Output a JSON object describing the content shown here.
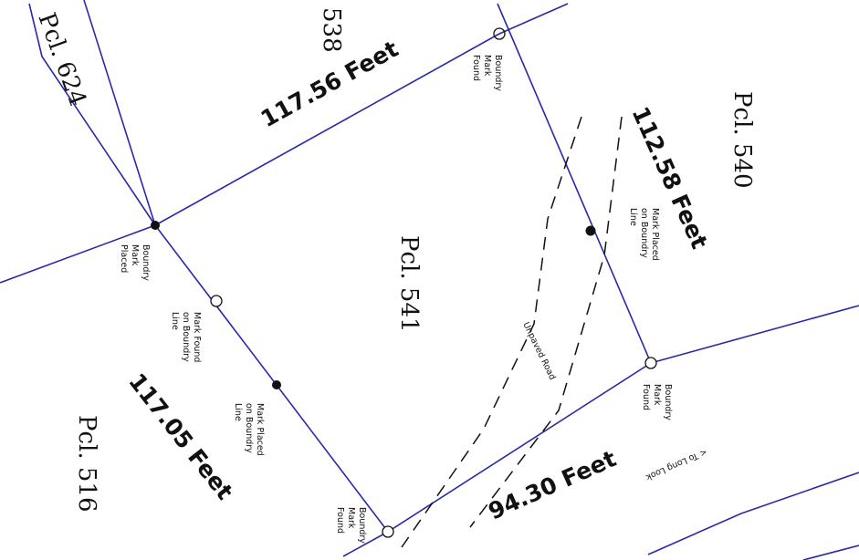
{
  "parcels": {
    "p538": "538",
    "p624": "Pcl. 624",
    "p540": "Pcl. 540",
    "p541": "Pcl. 541",
    "p516": "Pcl. 516"
  },
  "distances": {
    "top": "117.56 Feet",
    "right": "112.58 Feet",
    "left": "117.05 Feet",
    "bottom": "94.30 Feet"
  },
  "notes": {
    "nw_corner": [
      "Boundry",
      "Mark",
      "Placed"
    ],
    "ne_corner": [
      "Boundry",
      "Mark",
      "Found"
    ],
    "e_corner": [
      "Boundry",
      "Mark",
      "Found"
    ],
    "s_corner": [
      "Boundry",
      "Mark",
      "Found"
    ],
    "left_found": [
      "Mark Found",
      "on Boundry",
      "Line"
    ],
    "left_placed": [
      "Mark Placed",
      "on Boundry",
      "Line"
    ],
    "right_placed": [
      "Mark Placed",
      "on Boundry",
      "Line"
    ],
    "road": "Unpaved Road",
    "long_look": "< To Long Look"
  },
  "colors": {
    "boundary": "#2a2aa8"
  }
}
